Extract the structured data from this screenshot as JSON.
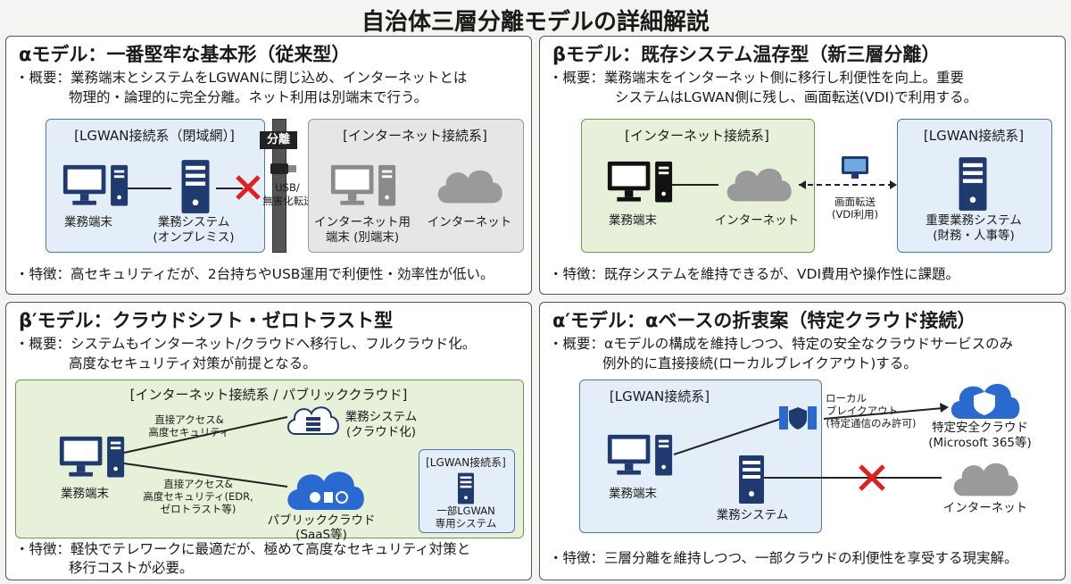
{
  "title": "自治体三層分離モデルの詳細解説",
  "alpha": {
    "heading": "αモデル：一番堅牢な基本形（従来型）",
    "overview_1": "・概要：業務端末とシステムをLGWANに閉じ込め、インターネットとは",
    "overview_2": "物理的・論理的に完全分離。ネット利用は別端末で行う。",
    "lgwan_box": "[LGWAN接続系（閉域網）]",
    "pc_label": "業務端末",
    "server_label_1": "業務システム",
    "server_label_2": "(オンプレミス)",
    "divider": "分離",
    "usb_1": "USB/",
    "usb_2": "無害化転送",
    "inet_box": "[インターネット接続系]",
    "inet_pc_1": "インターネット用",
    "inet_pc_2": "端末 (別端末)",
    "cloud_label": "インターネット",
    "feature": "・特徴：高セキュリティだが、2台持ちやUSB運用で利便性・効率性が低い。"
  },
  "beta": {
    "heading": "βモデル：既存システム温存型（新三層分離）",
    "overview_1": "・概要：業務端末をインターネット側に移行し利便性を向上。重要",
    "overview_2": "システムはLGWAN側に残し、画面転送(VDI)で利用する。",
    "inet_box": "[インターネット接続系]",
    "pc_label": "業務端末",
    "cloud_label": "インターネット",
    "vdi_1": "画面転送",
    "vdi_2": "(VDI利用)",
    "lgwan_box": "[LGWAN接続系]",
    "server_1": "重要業務システム",
    "server_2": "(財務・人事等)",
    "feature": "・特徴：既存システムを維持できるが、VDI費用や操作性に課題。"
  },
  "beta_prime": {
    "heading": "β′モデル：クラウドシフト・ゼロトラスト型",
    "overview_1": "・概要：システムもインターネット/クラウドへ移行し、フルクラウド化。",
    "overview_2": "高度なセキュリティ対策が前提となる。",
    "box": "[インターネット接続系 / パブリッククラウド]",
    "link1_1": "直接アクセス&",
    "link1_2": "高度セキュリティ",
    "cloud1_1": "業務システム",
    "cloud1_2": "(クラウド化)",
    "link2_1": "直接アクセス&",
    "link2_2": "高度セキュリティ(EDR,",
    "link2_3": "ゼロトラスト等)",
    "cloud2_1": "パブリッククラウド",
    "cloud2_2": "(SaaS等)",
    "pc_label": "業務端末",
    "lgwan_box": "[LGWAN接続系]",
    "lgwan_1": "一部LGWAN",
    "lgwan_2": "専用システム",
    "feature_1": "・特徴：軽快でテレワークに最適だが、極めて高度なセキュリティ対策と",
    "feature_2": "移行コストが必要。"
  },
  "alpha_prime": {
    "heading": "α′モデル：αベースの折衷案（特定クラウド接続）",
    "overview_1": "・概要：αモデルの構成を維持しつつ、特定の安全なクラウドサービスのみ",
    "overview_2": "例外的に直接接続(ローカルブレイクアウト)する。",
    "lgwan_box": "[LGWAN接続系]",
    "breakout_1": "ローカル",
    "breakout_2": "ブレイクアウト",
    "breakout_3": "(特定通信のみ許可)",
    "cloud1_1": "特定安全クラウド",
    "cloud1_2": "(Microsoft 365等)",
    "pc_label": "業務端末",
    "server_label": "業務システム",
    "cloud2": "インターネット",
    "feature": "・特徴：三層分離を維持しつつ、一部クラウドの利便性を享受する現実解。"
  },
  "colors": {
    "navy": "#1f3a6e",
    "red": "#e02020",
    "cloud_grey": "#9a9a9a",
    "cloud_blue": "#2a6ad0"
  }
}
